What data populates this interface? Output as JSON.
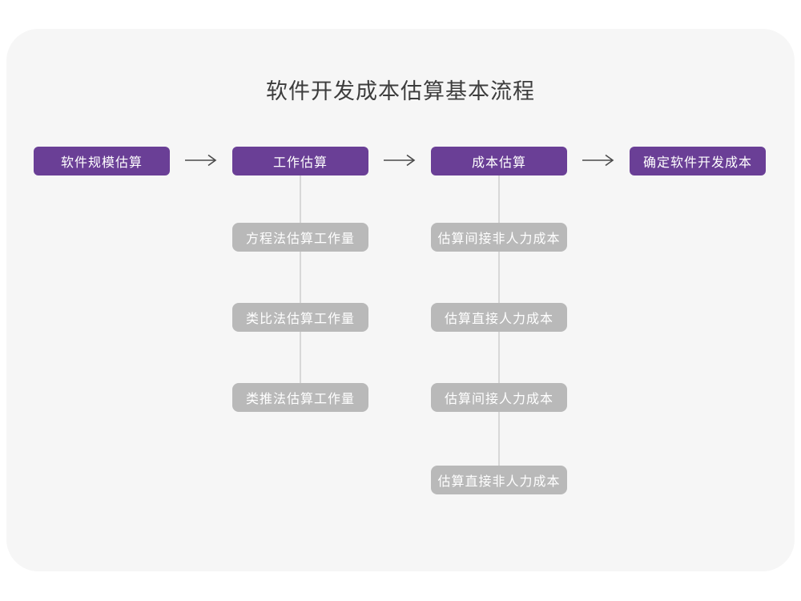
{
  "title": "软件开发成本估算基本流程",
  "flow": {
    "nodes": [
      {
        "label": "软件规模估算"
      },
      {
        "label": "工作估算"
      },
      {
        "label": "成本估算"
      },
      {
        "label": "确定软件开发成本"
      }
    ],
    "effort_children": [
      {
        "label": "方程法估算工作量"
      },
      {
        "label": "类比法估算工作量"
      },
      {
        "label": "类推法估算工作量"
      }
    ],
    "cost_children": [
      {
        "label": "估算间接非人力成本"
      },
      {
        "label": "估算直接人力成本"
      },
      {
        "label": "估算间接人力成本"
      },
      {
        "label": "估算直接非人力成本"
      }
    ]
  },
  "icons": {
    "arrow": "arrow-right-icon"
  },
  "colors": {
    "primary_node": "#6a3f96",
    "secondary_node": "#b9b9b9",
    "node_text": "#ffffff",
    "card_background": "#f6f6f6",
    "page_background": "#ffffff",
    "connector_line": "#d8d8d8",
    "arrow": "#4a4a4a",
    "title_text": "#3d3d3d"
  }
}
